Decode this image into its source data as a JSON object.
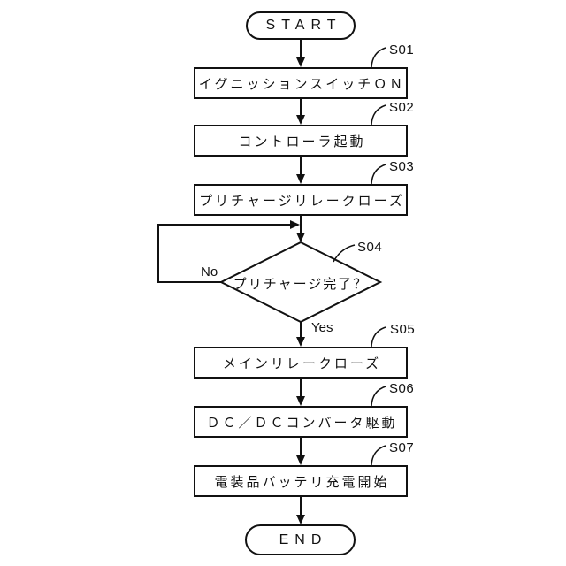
{
  "figure": {
    "type": "flowchart",
    "background": "#ffffff",
    "line_color": "#111111"
  },
  "terminals": {
    "start": "START",
    "end": "END"
  },
  "steps": [
    {
      "id": "S01",
      "label": "イグニッションスイッチＯＮ",
      "shape": "process"
    },
    {
      "id": "S02",
      "label": "コントローラ起動",
      "shape": "process"
    },
    {
      "id": "S03",
      "label": "プリチャージリレークローズ",
      "shape": "process"
    },
    {
      "id": "S04",
      "label": "プリチャージ完了？",
      "shape": "decision"
    },
    {
      "id": "S05",
      "label": "メインリレークローズ",
      "shape": "process"
    },
    {
      "id": "S06",
      "label": "ＤＣ／ＤＣコンバータ駆動",
      "shape": "process"
    },
    {
      "id": "S07",
      "label": "電装品バッテリ充電開始",
      "shape": "process"
    }
  ],
  "branch_labels": {
    "no": "No",
    "yes": "Yes"
  }
}
